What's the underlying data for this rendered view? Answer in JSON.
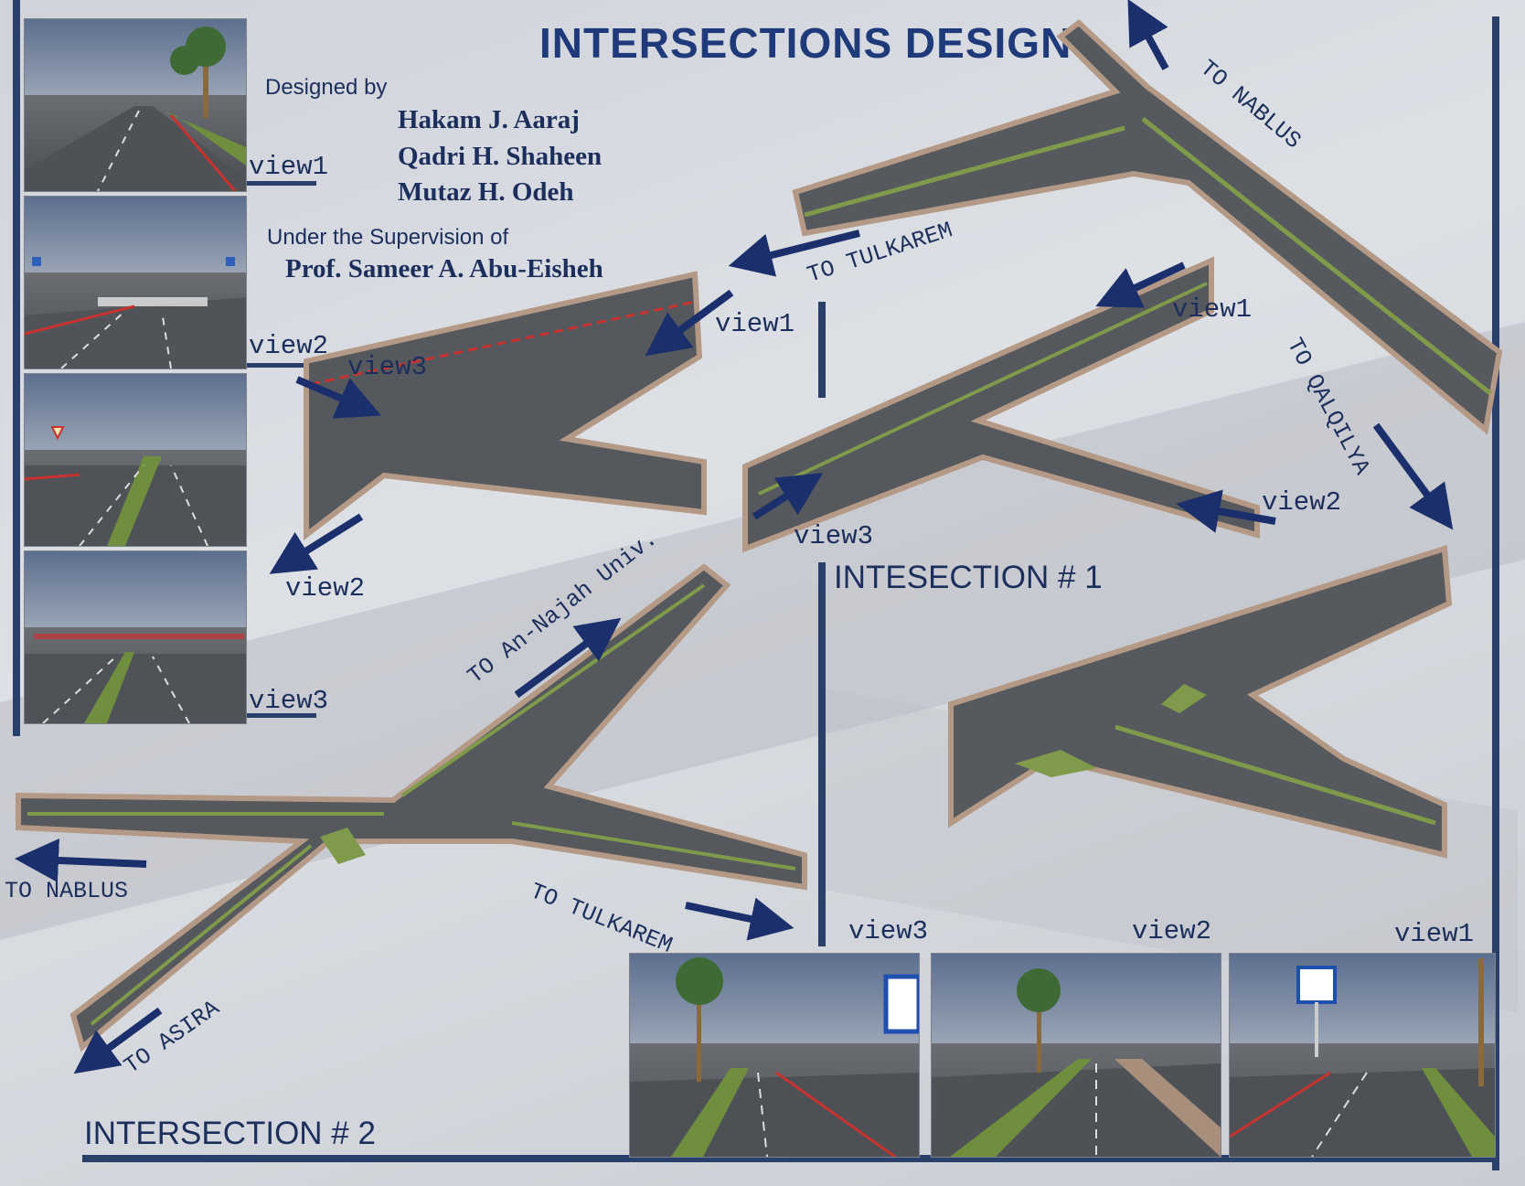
{
  "poster": {
    "title": "INTERSECTIONS DESIGN",
    "designed_by_label": "Designed by",
    "designers": [
      "Hakam J. Aaraj",
      "Qadri H. Shaheen",
      "Mutaz H. Odeh"
    ],
    "supervision_label": "Under the Supervision of",
    "supervisor": "Prof. Sameer A. Abu-Eisheh"
  },
  "left_views": {
    "view1": "view1",
    "view2": "view2",
    "view3": "view3"
  },
  "intersection1": {
    "label": "INTESECTION # 1",
    "directions": {
      "nablus": "TO NABLUS",
      "tulkarem": "TO TULKAREM",
      "qalqilya": "TO QALQILYA"
    },
    "views": {
      "view1": "view1",
      "view2": "view2",
      "view3": "view3"
    }
  },
  "intersection2": {
    "label": "INTERSECTION # 2",
    "directions": {
      "najah": "TO An-Najah Univ.",
      "nablus": "TO NABLUS",
      "tulkarem": "TO TULKAREM",
      "asira": "TO ASIRA"
    },
    "views": {
      "view1": "view1",
      "view2": "view2",
      "view3": "view3"
    }
  },
  "bottom_views": {
    "view3": "view3",
    "view2": "view2",
    "view1": "view1"
  },
  "colors": {
    "frame": "#2b3f6b",
    "title": "#1f3a7a",
    "arrow": "#1a2f6b",
    "road": "#55585d",
    "median": "#7e9a4a",
    "curb_red": "#c8322f"
  }
}
